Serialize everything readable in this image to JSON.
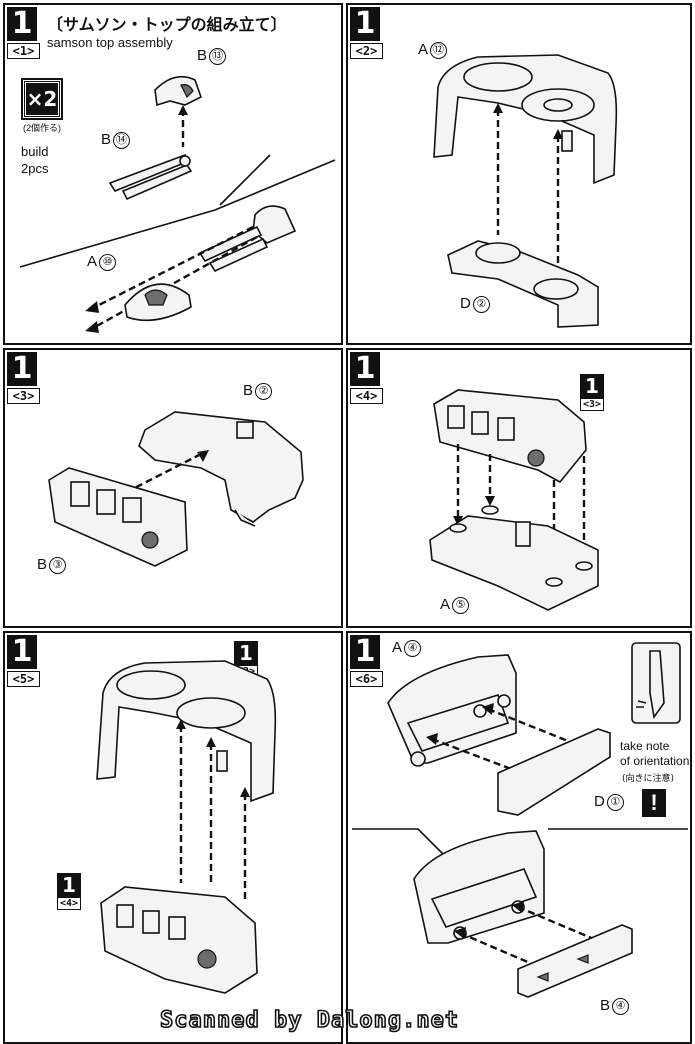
{
  "steps": [
    {
      "id": "1-1",
      "step_number": "1",
      "substep": "<1>",
      "title_jp": "〔サムソン・トップの組み立て〕",
      "title_en": "samson top assembly",
      "multiplier": "×2",
      "multiplier_note": "(2個作る)",
      "build_note": [
        "build",
        "2pcs"
      ],
      "parts": [
        {
          "letter": "B",
          "code": "⑬"
        },
        {
          "letter": "B",
          "code": "⑭"
        },
        {
          "letter": "A",
          "code": "⑩"
        }
      ]
    },
    {
      "id": "1-2",
      "step_number": "1",
      "substep": "<2>",
      "parts": [
        {
          "letter": "A",
          "code": "⑫"
        },
        {
          "letter": "D",
          "code": "②"
        }
      ]
    },
    {
      "id": "1-3",
      "step_number": "1",
      "substep": "<3>",
      "parts": [
        {
          "letter": "B",
          "code": "②"
        },
        {
          "letter": "B",
          "code": "③"
        }
      ]
    },
    {
      "id": "1-4",
      "step_number": "1",
      "substep": "<4>",
      "reference": {
        "step_number": "1",
        "substep": "<3>"
      },
      "parts": [
        {
          "letter": "A",
          "code": "⑤"
        }
      ]
    },
    {
      "id": "1-5",
      "step_number": "1",
      "substep": "<5>",
      "references": [
        {
          "step_number": "1",
          "substep": "<2>"
        },
        {
          "step_number": "1",
          "substep": "<4>"
        }
      ]
    },
    {
      "id": "1-6",
      "step_number": "1",
      "substep": "<6>",
      "parts": [
        {
          "letter": "A",
          "code": "④"
        },
        {
          "letter": "D",
          "code": "①"
        },
        {
          "letter": "B",
          "code": "④"
        }
      ],
      "orientation_note": [
        "take note",
        "of orientation"
      ],
      "orientation_note_jp": "(向きに注意)",
      "warning_symbol": "!"
    }
  ],
  "watermark": "Scanned by Dalong.net"
}
